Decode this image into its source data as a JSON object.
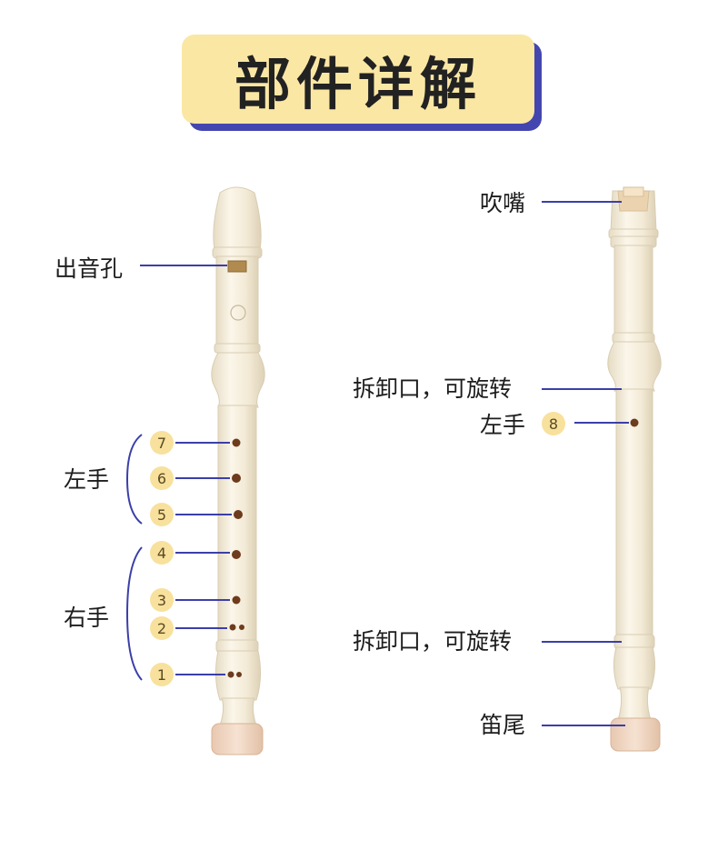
{
  "title": "部件详解",
  "left_labels": {
    "sound_hole": "出音孔",
    "left_hand": "左手",
    "right_hand": "右手"
  },
  "left_holes": [
    "7",
    "6",
    "5",
    "4",
    "3",
    "2",
    "1"
  ],
  "right_labels": {
    "mouthpiece": "吹嘴",
    "joint_top": "拆卸口，可旋转",
    "left_hand": "左手",
    "hole8": "8",
    "joint_bottom": "拆卸口，可旋转",
    "foot": "笛尾"
  },
  "colors": {
    "title_bg": "#fbe7a4",
    "title_shadow": "#4446b0",
    "leader_line": "#3b3fa8",
    "number_badge": "#f8e19c",
    "recorder_body": "#f4ecda"
  }
}
